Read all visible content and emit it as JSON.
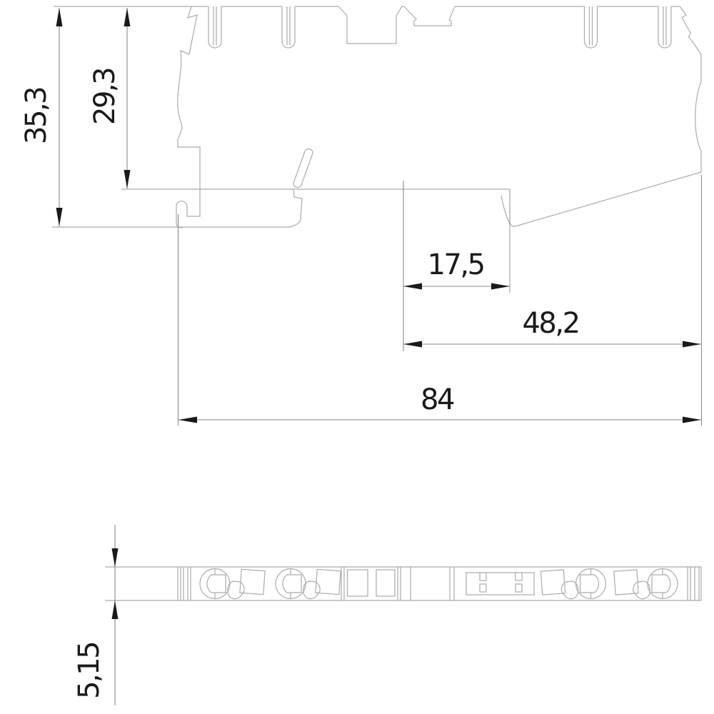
{
  "dimensions": {
    "overall_height": "35,3",
    "inner_height": "29,3",
    "step_width": "17,5",
    "right_width": "48,2",
    "total_width": "84",
    "strip_thickness": "5,15"
  },
  "colors": {
    "background": "#ffffff",
    "part_outline": "#ababab",
    "dimension_lines": "#8a8a8a",
    "text_and_arrows": "#1a1a1a"
  }
}
